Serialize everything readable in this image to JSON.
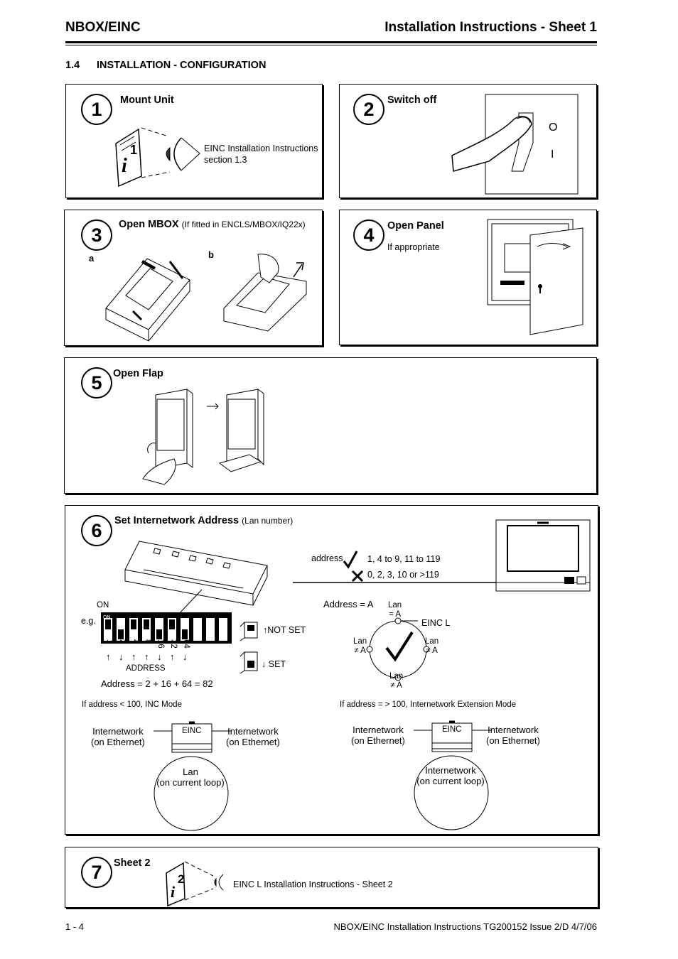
{
  "header": {
    "left": "NBOX/EINC",
    "right": "Installation Instructions - Sheet 1"
  },
  "section": {
    "number": "1.4",
    "title": "INSTALLATION - CONFIGURATION"
  },
  "steps": [
    {
      "num": "1",
      "title": "Mount Unit",
      "book_num": "1",
      "note_line1": "EINC Installation Instructions",
      "note_line2": "section  1.3"
    },
    {
      "num": "2",
      "title": "Switch off",
      "label_off": "O",
      "label_on": "I"
    },
    {
      "num": "3",
      "title": "Open MBOX",
      "title_sub": "(If fitted in ENCLS/MBOX/IQ22x)",
      "label_a": "a",
      "label_b": "b"
    },
    {
      "num": "4",
      "title": "Open  Panel",
      "note": "If appropriate"
    },
    {
      "num": "5",
      "title": "Open  Flap"
    },
    {
      "num": "6",
      "title": "Set Internetwork Address",
      "title_sub": "(Lan number)"
    },
    {
      "num": "7",
      "title": "Sheet 2",
      "book_num": "2",
      "note": "EINC L Installation Instructions - Sheet 2"
    }
  ],
  "step6": {
    "address_label": "address",
    "valid": "1, 4 to 9, 11 to 119",
    "invalid": "0, 2, 3, 10 or >119",
    "on_label": "ON",
    "eg_label": "e.g.",
    "switch_on_text": "ON",
    "bits": [
      "1",
      "2",
      "4",
      "8",
      "16",
      "32",
      "64"
    ],
    "arrows": [
      "↑",
      "↓",
      "↑",
      "↑",
      "↓",
      "↑",
      "↓"
    ],
    "address_caption": "ADDRESS",
    "not_set": "NOT SET",
    "set": "SET",
    "sum": "Address = 2 + 16  + 64 = 82",
    "addr_eq": "Address   =  A",
    "lan_top": [
      "Lan",
      "= A"
    ],
    "lan_left": [
      "Lan",
      "≠ A"
    ],
    "lan_right": [
      "Lan",
      "≠ A"
    ],
    "lan_bottom": [
      "Lan",
      "≠ A"
    ],
    "eincl_label": "EINC L",
    "mode_inc": "If address < 100, INC Mode",
    "mode_ext": "If address = > 100, Internetwork Extension Mode",
    "einc_label": "EINC",
    "left_diagram": {
      "left": [
        "Internetwork",
        "(on Ethernet)"
      ],
      "right": [
        "Internetwork",
        "(on Ethernet)"
      ],
      "circle": [
        "Lan",
        "(on  current  loop)"
      ]
    },
    "right_diagram": {
      "left": [
        "Internetwork",
        "(on Ethernet)"
      ],
      "right": [
        "Internetwork",
        "(on Ethernet)"
      ],
      "circle": [
        "Internetwork",
        "(on  current  loop)"
      ]
    }
  },
  "footer": {
    "left": "1 - 4",
    "right": "NBOX/EINC Installation Instructions TG200152 Issue 2/D 4/7/06"
  }
}
